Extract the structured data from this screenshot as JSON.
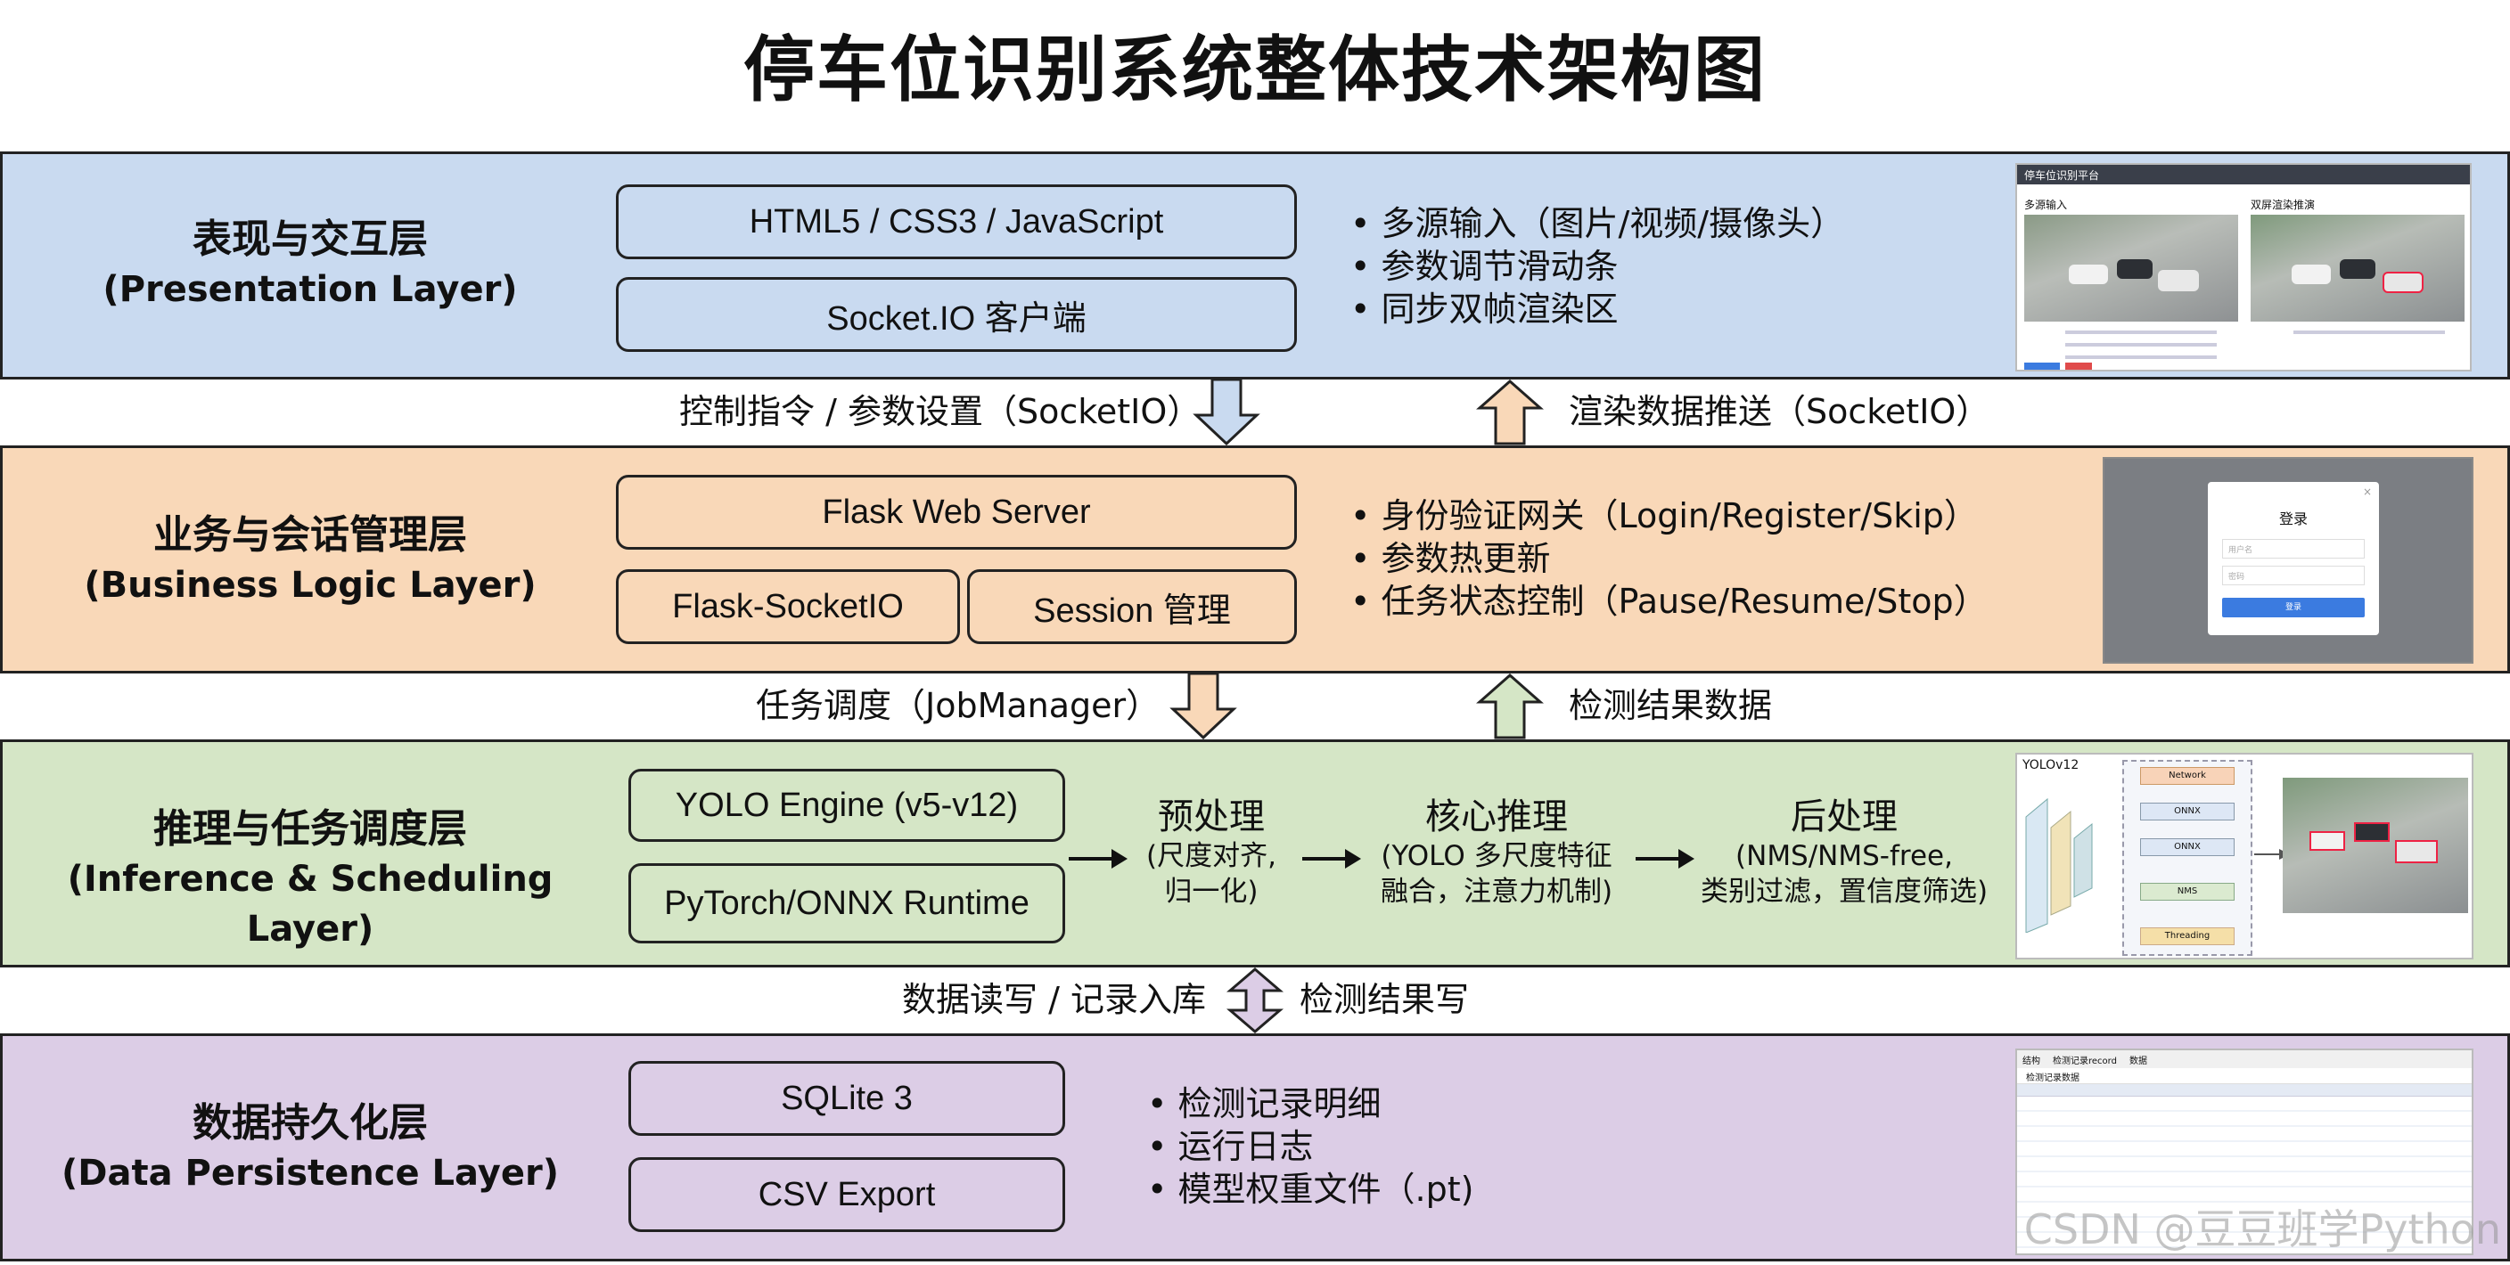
{
  "title": "停车位识别系统整体技术架构图",
  "colors": {
    "presentation": "#c9daf0",
    "business": "#f9d8b8",
    "inference": "#d5e6c6",
    "persistence": "#dccde6"
  },
  "layers": {
    "presentation": {
      "name_cn": "表现与交互层",
      "name_en": "(Presentation Layer)",
      "components": [
        "HTML5 / CSS3 / JavaScript",
        "Socket.IO 客户端"
      ],
      "bullets": [
        "多源输入（图片/视频/摄像头）",
        "参数调节滑动条",
        "同步双帧渲染区"
      ],
      "thumb": {
        "header": "停车位识别平台",
        "panel_left": "多源输入",
        "panel_right": "双屏渲染推演"
      }
    },
    "business": {
      "name_cn": "业务与会话管理层",
      "name_en": "(Business Logic Layer)",
      "components": [
        "Flask Web Server",
        "Flask-SocketIO",
        "Session 管理"
      ],
      "bullets": [
        "身份验证网关（Login/Register/Skip）",
        "参数热更新",
        "任务状态控制（Pause/Resume/Stop）"
      ],
      "thumb": {
        "login_title": "登录",
        "user_placeholder": "用户名",
        "pass_placeholder": "密码",
        "login_button": "登录"
      }
    },
    "inference": {
      "name_cn": "推理与任务调度层",
      "name_en": "(Inference & Scheduling Layer)",
      "components": [
        "YOLO Engine (v5-v12)",
        "PyTorch/ONNX Runtime"
      ],
      "steps": [
        {
          "title": "预处理",
          "desc": [
            "(尺度对齐,",
            "归一化)"
          ]
        },
        {
          "title": "核心推理",
          "desc": [
            "(YOLO 多尺度特征",
            "融合，注意力机制)"
          ]
        },
        {
          "title": "后处理",
          "desc": [
            "(NMS/NMS-free,",
            "类别过滤，置信度筛选)"
          ]
        }
      ],
      "thumb": {
        "label": "YOLOv12",
        "nodes": [
          "Network",
          "ONNX",
          "ONNX",
          "NMS",
          "Threading"
        ]
      }
    },
    "persistence": {
      "name_cn": "数据持久化层",
      "name_en": "(Data Persistence Layer)",
      "components": [
        "SQLite 3",
        "CSV Export"
      ],
      "bullets": [
        "检测记录明细",
        "运行日志",
        "模型权重文件（.pt)"
      ],
      "thumb": {
        "tabs": [
          "结构",
          "检测记录record",
          "数据"
        ],
        "toolbar": "检测记录数据"
      }
    }
  },
  "connectors": {
    "c1_down": "控制指令 / 参数设置（SocketIO）",
    "c1_up": "渲染数据推送（SocketIO）",
    "c2_down": "任务调度（JobManager）",
    "c2_up": "检测结果数据",
    "c3_left": "数据读写 / 记录入库",
    "c3_right": "检测结果写"
  },
  "watermark": "CSDN @豆豆班学Python"
}
